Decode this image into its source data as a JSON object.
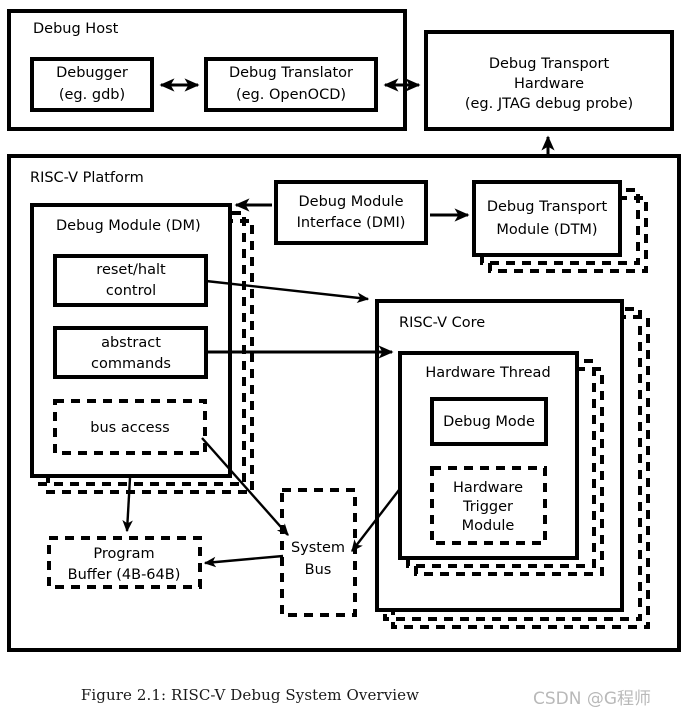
{
  "figure": {
    "caption": "Figure 2.1: RISC-V Debug System Overview",
    "watermark": "CSDN @G程师"
  },
  "colors": {
    "stroke": "#000000",
    "fill": "#ffffff",
    "watermark": "#b9b9b9"
  },
  "nodes": {
    "debug_host": {
      "label": "Debug Host"
    },
    "debugger": {
      "line1": "Debugger",
      "line2": "(eg. gdb)"
    },
    "debug_translator": {
      "line1": "Debug Translator",
      "line2": "(eg. OpenOCD)"
    },
    "debug_transport_hardware": {
      "line1": "Debug Transport",
      "line2": "Hardware",
      "line3": "(eg. JTAG debug probe)"
    },
    "riscv_platform": {
      "label": "RISC-V Platform"
    },
    "debug_module": {
      "label": "Debug Module (DM)"
    },
    "reset_halt_control": {
      "line1": "reset/halt",
      "line2": "control"
    },
    "abstract_commands": {
      "line1": "abstract",
      "line2": "commands"
    },
    "bus_access": {
      "label": "bus access"
    },
    "dmi": {
      "line1": "Debug Module",
      "line2": "Interface (DMI)"
    },
    "dtm": {
      "line1": "Debug Transport",
      "line2": "Module (DTM)"
    },
    "riscv_core": {
      "label": "RISC-V Core"
    },
    "hardware_thread": {
      "label": "Hardware Thread"
    },
    "debug_mode": {
      "label": "Debug Mode"
    },
    "hardware_trigger_module": {
      "line1": "Hardware",
      "line2": "Trigger",
      "line3": "Module"
    },
    "program_buffer": {
      "line1": "Program",
      "line2": "Buffer (4B-64B)"
    },
    "system_bus": {
      "line1": "System",
      "line2": "Bus"
    }
  }
}
